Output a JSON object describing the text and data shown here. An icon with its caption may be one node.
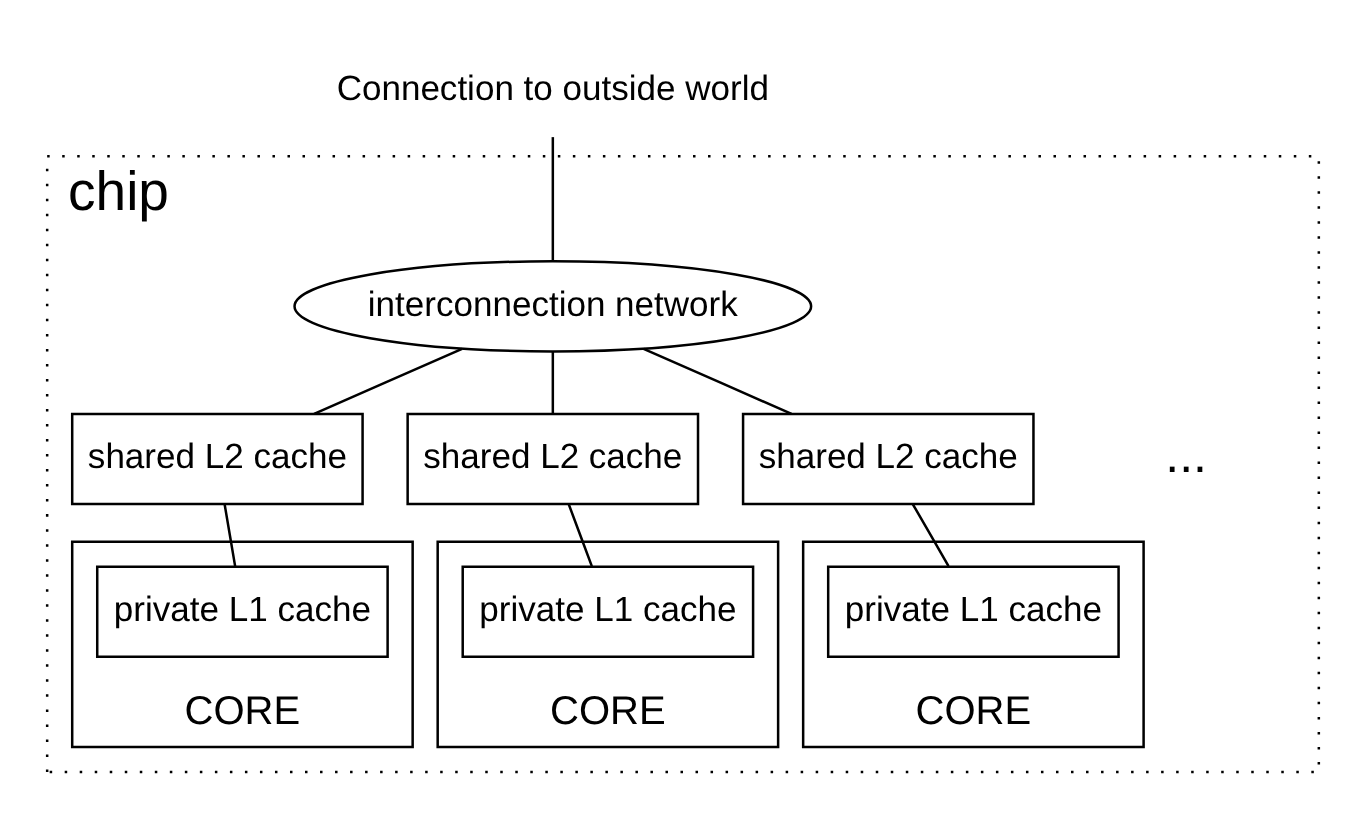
{
  "diagram": {
    "nodes": [
      {
        "text": [
          "chip"
        ]
      },
      {
        "text": [
          "Connection to outside world"
        ]
      },
      {
        "text": [
          "interconnection network"
        ],
        "in": 0
      },
      {
        "text": [
          "shared L2 cache"
        ],
        "in": 0
      },
      {
        "text": [
          "CORE"
        ],
        "in": 0
      },
      {
        "text": [
          "private L1 cache"
        ],
        "in": 4
      },
      {
        "text": [
          "shared L2 cache"
        ],
        "in": 0
      },
      {
        "text": [
          "CORE"
        ],
        "in": 0
      },
      {
        "text": [
          "private L1 cache"
        ],
        "in": 7
      },
      {
        "text": [
          "shared L2 cache"
        ],
        "in": 0
      },
      {
        "text": [
          "CORE"
        ],
        "in": 0
      },
      {
        "text": [
          "private L1 cache"
        ],
        "in": 10
      }
    ],
    "edges": [
      {
        "from": 1,
        "to": 2,
        "arrow": "none"
      },
      {
        "from": 2,
        "to": 3,
        "arrow": "none"
      },
      {
        "from": 2,
        "to": 6,
        "arrow": "none"
      },
      {
        "from": 2,
        "to": 9,
        "arrow": "none"
      },
      {
        "from": 3,
        "to": 5,
        "arrow": "none"
      },
      {
        "from": 6,
        "to": 8,
        "arrow": "none"
      },
      {
        "from": 9,
        "to": 11,
        "arrow": "none"
      }
    ],
    "labels": [
      "..."
    ]
  }
}
